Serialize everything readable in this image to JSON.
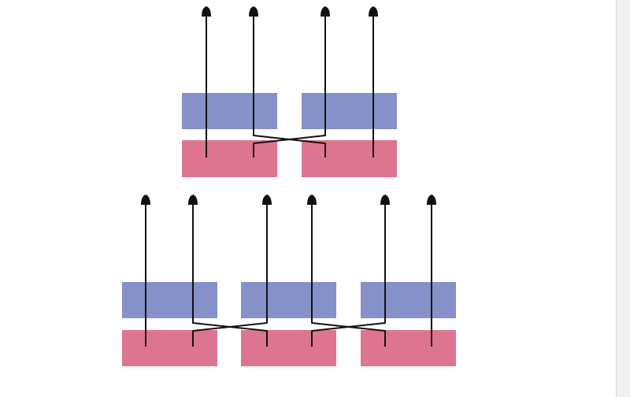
{
  "colors": {
    "top_block": "#8690c9",
    "bottom_block": "#de7590",
    "line": "#111111",
    "background": "#ffffff"
  },
  "icons": {
    "arrow_head": "arrow-up-icon"
  },
  "rows": [
    {
      "name": "upper-row",
      "units": 2
    },
    {
      "name": "lower-row",
      "units": 3
    }
  ]
}
